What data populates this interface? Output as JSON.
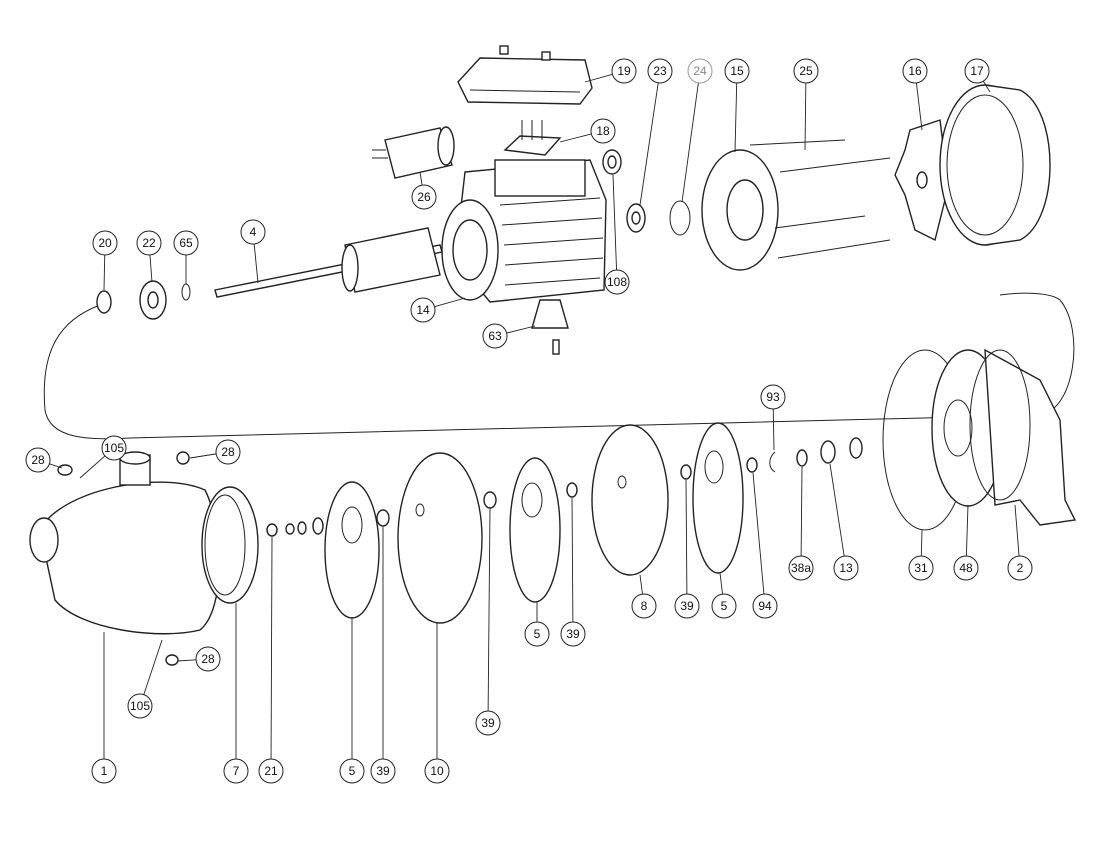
{
  "diagram": {
    "type": "exploded-parts-view",
    "callouts": [
      "19",
      "23",
      "24",
      "15",
      "25",
      "16",
      "17",
      "18",
      "26",
      "20",
      "22",
      "65",
      "4",
      "108",
      "14",
      "63",
      "93",
      "28",
      "105",
      "28",
      "38a",
      "13",
      "31",
      "48",
      "2",
      "8",
      "39",
      "5",
      "94",
      "5",
      "39",
      "28",
      "105",
      "39",
      "1",
      "7",
      "21",
      "5",
      "39",
      "10"
    ],
    "muted_callouts": [
      "24"
    ],
    "line_color": "#222222",
    "muted_color": "#999999"
  }
}
